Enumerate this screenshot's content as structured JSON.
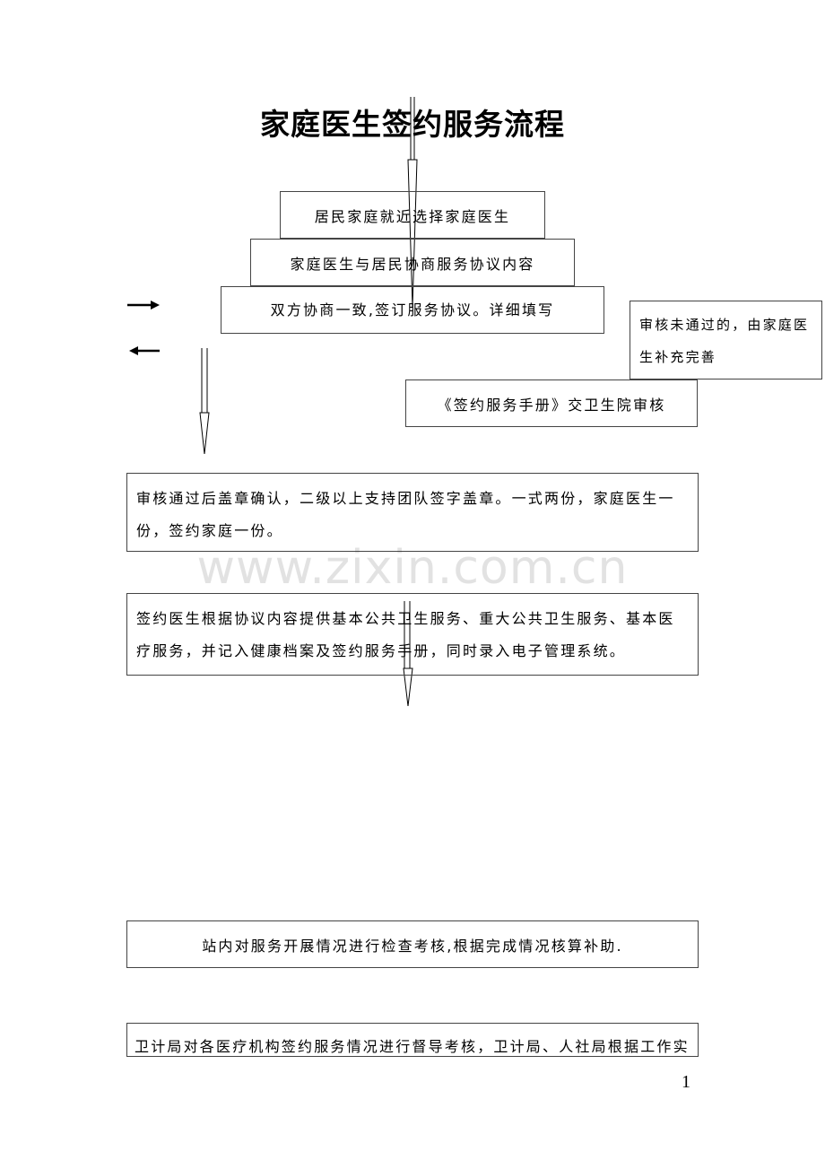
{
  "title": "家庭医生签约服务流程",
  "steps": {
    "select_doctor": "居民家庭就近选择家庭医生",
    "negotiate": "家庭医生与居民协商服务协议内容",
    "sign": "双方协商一致,签订服务协议。详细填写",
    "review_failed": "审核未通过的，由家庭医生补充完善",
    "review": "《签约服务手册》交卫生院审核",
    "approved": "审核通过后盖章确认，二级以上支持团队签字盖章。一式两份，家庭医生一份，签约家庭一份。",
    "provide_services": "签约医生根据协议内容提供基本公共卫生服务、重大公共卫生服务、基本医疗服务，并记入健康档案及签约服务手册，同时录入电子管理系统。",
    "assessment": "站内对服务开展情况进行检查考核,根据完成情况核算补助.",
    "supervision": "卫计局对各医疗机构签约服务情况进行督导考核，卫计局、人社局根据工作实"
  },
  "watermark": "www.zixin.com.cn",
  "page_number": "1"
}
